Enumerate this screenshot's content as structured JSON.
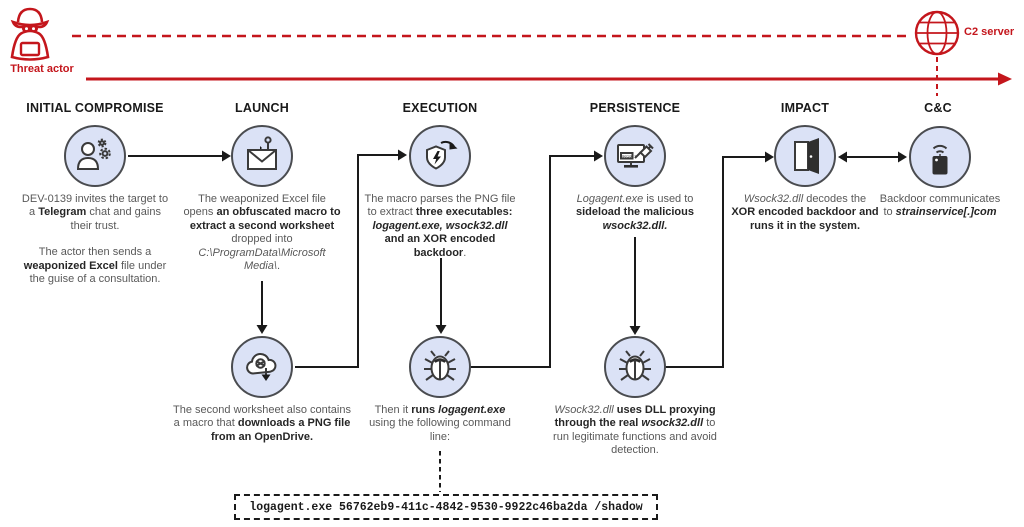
{
  "colors": {
    "accent_red": "#c4161c",
    "circle_fill": "#dbe2f6",
    "circle_border": "#4a4c50",
    "body_text": "#595959",
    "emphasis_text": "#262626"
  },
  "top": {
    "threat_actor_label": "Threat actor",
    "c2_server_label": "C2 server"
  },
  "stages": [
    {
      "title": "INITIAL COMPROMISE",
      "icon": "user-gears-icon",
      "desc": [
        [
          {
            "t": "DEV-0139 invites the target to a "
          },
          {
            "t": "Telegram",
            "b": true
          },
          {
            "t": " chat and gains their trust."
          }
        ],
        [
          {
            "t": "The actor then sends a "
          },
          {
            "t": "weaponized Excel",
            "b": true
          },
          {
            "t": " file under the guise of a consultation."
          }
        ]
      ]
    },
    {
      "title": "LAUNCH",
      "icon": "phishing-mail-icon",
      "desc": [
        [
          {
            "t": "The weaponized Excel file opens "
          },
          {
            "t": "an obfuscated macro to extract a second worksheet",
            "b": true
          },
          {
            "t": " dropped into "
          },
          {
            "t": "C:\\ProgramData\\Microsoft Media\\",
            "i": true
          },
          {
            "t": "."
          }
        ]
      ]
    },
    {
      "title": "EXECUTION",
      "icon": "execution-shield-icon",
      "desc": [
        [
          {
            "t": "The macro parses the PNG file to extract "
          },
          {
            "t": "three executables: ",
            "b": true
          },
          {
            "t": "logagent.exe, wsock32.dll",
            "b": true,
            "i": true
          },
          {
            "t": " and an XOR encoded backdoor",
            "b": true
          },
          {
            "t": "."
          }
        ]
      ]
    },
    {
      "title": "PERSISTENCE",
      "icon": "sideload-monitor-icon",
      "desc": [
        [
          {
            "t": "Logagent.exe",
            "i": true
          },
          {
            "t": " is used to "
          },
          {
            "t": "sideload the malicious ",
            "b": true
          },
          {
            "t": "wsock32.dll.",
            "b": true,
            "i": true
          }
        ]
      ]
    },
    {
      "title": "IMPACT",
      "icon": "backdoor-door-icon",
      "desc": [
        [
          {
            "t": "Wsock32.dll",
            "i": true
          },
          {
            "t": " decodes the "
          },
          {
            "t": "XOR encoded backdoor and runs it in the system.",
            "b": true
          }
        ]
      ]
    },
    {
      "title": "C&C",
      "icon": "cnc-device-icon",
      "desc": [
        [
          {
            "t": "Backdoor communicates to "
          },
          {
            "t": "strainservice[.]com",
            "b": true,
            "i": true
          }
        ]
      ]
    }
  ],
  "sub_steps": [
    {
      "icon": "cloud-download-icon",
      "desc": [
        [
          {
            "t": "The second worksheet also contains a macro that "
          },
          {
            "t": "downloads a PNG file from an OpenDrive.",
            "b": true
          }
        ]
      ]
    },
    {
      "icon": "malware-bug-icon",
      "desc": [
        [
          {
            "t": "Then it "
          },
          {
            "t": "runs ",
            "b": true
          },
          {
            "t": "logagent.exe",
            "b": true,
            "i": true
          },
          {
            "t": " using the following command line:"
          }
        ]
      ]
    },
    {
      "icon": "malware-bug-icon",
      "desc": [
        [
          {
            "t": "Wsock32.dll",
            "i": true
          },
          {
            "t": " uses DLL proxying through the real ",
            "b": true
          },
          {
            "t": "wsock32.dll",
            "b": true,
            "i": true
          },
          {
            "t": " to run legitimate functions and avoid detection."
          }
        ]
      ]
    }
  ],
  "command_line": "logagent.exe 56762eb9-411c-4842-9530-9922c46ba2da /shadow"
}
